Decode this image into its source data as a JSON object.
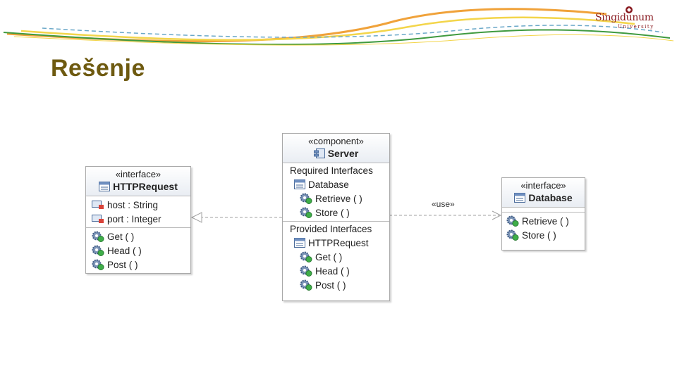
{
  "slide": {
    "title": "Rešenje"
  },
  "logo": {
    "name": "Singidunum",
    "sub": "University"
  },
  "diagram": {
    "http_request": {
      "stereotype": "«interface»",
      "name": "HTTPRequest",
      "attributes": [
        "host : String",
        "port : Integer"
      ],
      "operations": [
        "Get ( )",
        "Head ( )",
        "Post ( )"
      ]
    },
    "server": {
      "stereotype": "«component»",
      "name": "Server",
      "required_label": "Required Interfaces",
      "required_interface": "Database",
      "required_operations": [
        "Retrieve ( )",
        "Store ( )"
      ],
      "provided_label": "Provided Interfaces",
      "provided_interface": "HTTPRequest",
      "provided_operations": [
        "Get ( )",
        "Head ( )",
        "Post ( )"
      ]
    },
    "database": {
      "stereotype": "«interface»",
      "name": "Database",
      "operations": [
        "Retrieve ( )",
        "Store ( )"
      ]
    },
    "use_label": "«use»"
  },
  "colors": {
    "title": "#6e5a10",
    "logo": "#8a1c22",
    "swoosh_orange": "#f0a23a",
    "swoosh_yellow": "#f3d54a",
    "swoosh_green": "#3f9a3f",
    "swoosh_blue": "#6ba8c8"
  }
}
